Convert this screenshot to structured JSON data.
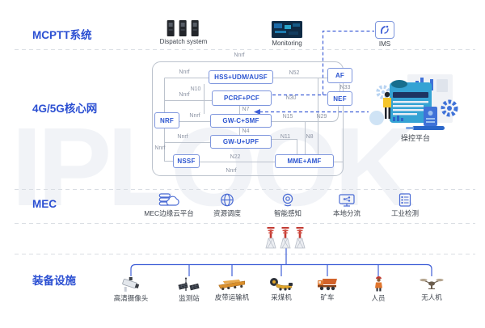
{
  "watermark": "IPLOOK",
  "rows": {
    "mcptt": {
      "label": "MCPTT系统"
    },
    "core": {
      "label": "4G/5G核心网"
    },
    "mec": {
      "label": "MEC"
    },
    "equipment": {
      "label": "装备设施"
    }
  },
  "mcptt": {
    "dispatch_label": "Dispatch system",
    "monitoring_label": "Monitoring",
    "ims_label": "IMS"
  },
  "core": {
    "nodes": {
      "nrf": "NRF",
      "hss": "HSS+UDM/AUSF",
      "pcrf": "PCRF+PCF",
      "gwc": "GW-C+SMF",
      "gwu": "GW-U+UPF",
      "nssf": "NSSF",
      "mme": "MME+AMF",
      "af": "AF",
      "nef": "NEF"
    },
    "ifaces": {
      "nnrf_top": "Nnrf",
      "nnrf_hss": "Nnrf",
      "n10": "N10",
      "nnrf_pcrf": "Nnrf",
      "nnrf_nrf": "Nnrf",
      "n7": "N7",
      "nnrf_gwu": "Nnrf",
      "n4": "N4",
      "nnrf_left": "Nnrf",
      "nnrf_bottom": "Nnrf",
      "n22": "N22",
      "n52": "N52",
      "n30": "N30",
      "n33": "N33",
      "n15": "N15",
      "n29": "N29",
      "n11": "N11",
      "n8": "N8"
    },
    "platform_label": "操控平台"
  },
  "mec": {
    "items": [
      {
        "icon": "edge-cloud-icon",
        "label": "MEC边缘云平台"
      },
      {
        "icon": "globe-icon",
        "label": "资源调度"
      },
      {
        "icon": "webcam-icon",
        "label": "智能感知"
      },
      {
        "icon": "share-screen-icon",
        "label": "本地分流"
      },
      {
        "icon": "checklist-icon",
        "label": "工业检测"
      }
    ]
  },
  "equipment": {
    "items": [
      {
        "icon": "cctv-camera-icon",
        "label": "高清摄像头"
      },
      {
        "icon": "solar-station-icon",
        "label": "监测站"
      },
      {
        "icon": "belt-conveyor-icon",
        "label": "皮带运输机"
      },
      {
        "icon": "coal-shearer-icon",
        "label": "采煤机"
      },
      {
        "icon": "mine-truck-icon",
        "label": "矿车"
      },
      {
        "icon": "worker-icon",
        "label": "人员"
      },
      {
        "icon": "drone-icon",
        "label": "无人机"
      }
    ]
  },
  "colors": {
    "accent_blue": "#2b4fd2",
    "box_border": "#7e96dd",
    "line_gray": "#bcc3cd",
    "dashed_blue": "#3f5fd7",
    "divider_gray": "#d9dde3",
    "antenna_red": "#c23a32"
  }
}
